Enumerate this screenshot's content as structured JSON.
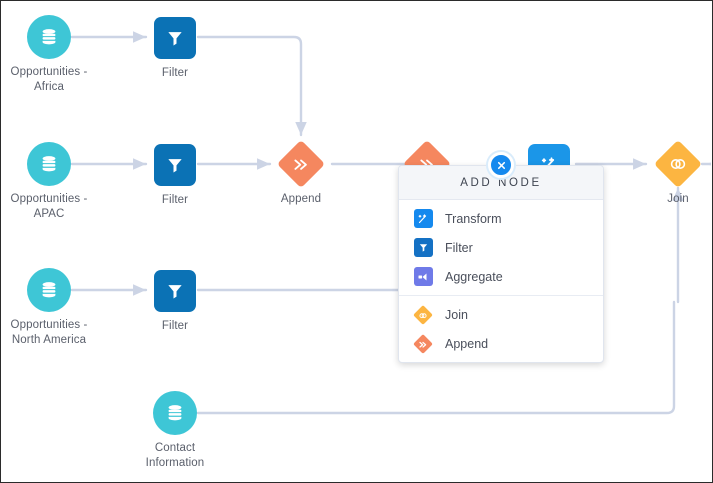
{
  "canvas": {
    "background_color": "#ffffff",
    "connector_color": "#ccd4e5"
  },
  "nodes": [
    {
      "id": "src-africa",
      "type": "source",
      "icon": "database-icon",
      "label": "Opportunities -\nAfrica",
      "color": "#3ec6d6"
    },
    {
      "id": "filter-africa",
      "type": "filter",
      "icon": "funnel-icon",
      "label": "Filter",
      "color": "#0b72b5"
    },
    {
      "id": "src-apac",
      "type": "source",
      "icon": "database-icon",
      "label": "Opportunities -\nAPAC",
      "color": "#3ec6d6"
    },
    {
      "id": "filter-apac",
      "type": "filter",
      "icon": "funnel-icon",
      "label": "Filter",
      "color": "#0b72b5"
    },
    {
      "id": "append-1",
      "type": "append",
      "icon": "double-arrow-icon",
      "label": "Append",
      "color": "#f5875f"
    },
    {
      "id": "src-na",
      "type": "source",
      "icon": "database-icon",
      "label": "Opportunities -\nNorth America",
      "color": "#3ec6d6"
    },
    {
      "id": "filter-na",
      "type": "filter",
      "icon": "funnel-icon",
      "label": "Filter",
      "color": "#0b72b5"
    },
    {
      "id": "src-contact",
      "type": "source",
      "icon": "database-icon",
      "label": "Contact\nInformation",
      "color": "#3ec6d6"
    },
    {
      "id": "append-2",
      "type": "append",
      "icon": "double-arrow-icon",
      "label": "",
      "color": "#f5875f"
    },
    {
      "id": "transform-1",
      "type": "transform",
      "icon": "wand-icon",
      "label": "",
      "color": "#1b96e8"
    },
    {
      "id": "join-1",
      "type": "join",
      "icon": "two-circles-icon",
      "label": "Join",
      "color": "#fcb541"
    }
  ],
  "popup": {
    "title": "ADD NODE",
    "close_icon": "close-icon",
    "accent_color": "#1589ee",
    "groups": [
      {
        "items": [
          {
            "label": "Transform",
            "icon": "transform-icon",
            "color": "#1589ee"
          },
          {
            "label": "Filter",
            "icon": "funnel-icon",
            "color": "#1471c4"
          },
          {
            "label": "Aggregate",
            "icon": "aggregate-icon",
            "color": "#6f7ae8"
          }
        ]
      },
      {
        "items": [
          {
            "label": "Join",
            "icon": "two-circles-icon",
            "color": "#fcb541"
          },
          {
            "label": "Append",
            "icon": "double-arrow-icon",
            "color": "#f5875f"
          }
        ]
      }
    ]
  }
}
